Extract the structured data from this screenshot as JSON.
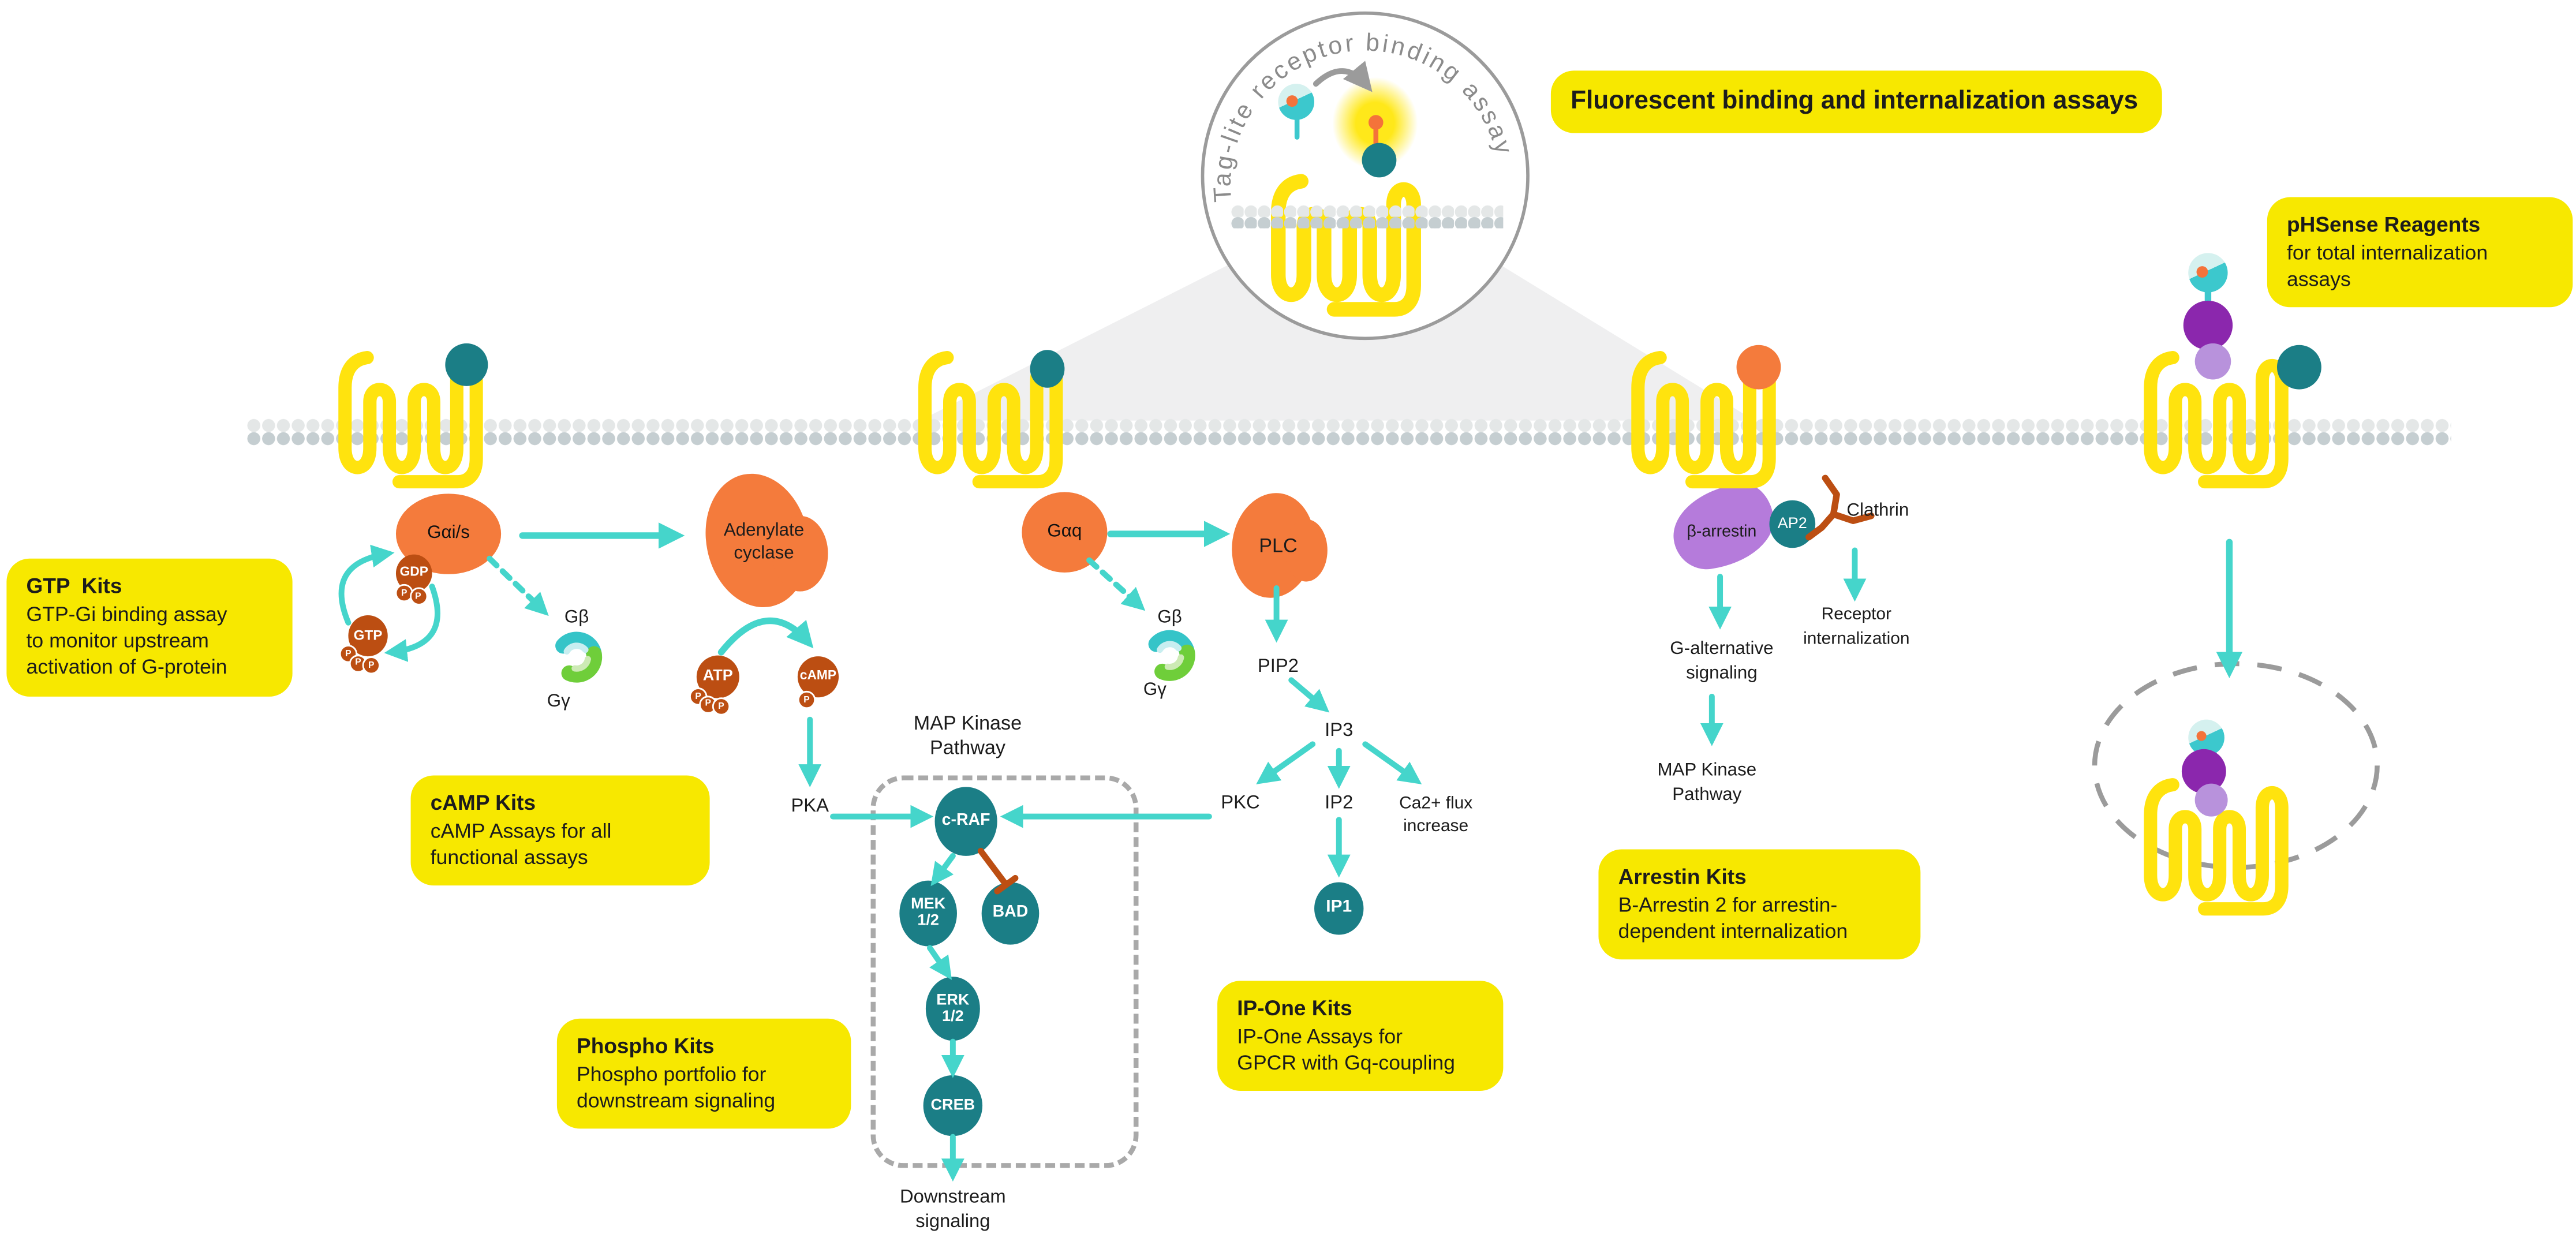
{
  "inset": {
    "label": "Tag-lite receptor binding assay"
  },
  "callouts": {
    "fluor": {
      "title": "Fluorescent binding and internalization assays"
    },
    "phsense": {
      "title": "pHSense Reagents",
      "lines": [
        "for total internalization",
        "assays"
      ]
    },
    "gtp": {
      "title": "GTP  Kits",
      "lines": [
        "GTP-Gi binding assay",
        "to monitor upstream",
        "activation of G-protein"
      ]
    },
    "camp": {
      "title": "cAMP Kits",
      "lines": [
        "cAMP Assays for all",
        "functional assays"
      ]
    },
    "phospho": {
      "title": "Phospho Kits",
      "lines": [
        "Phospho portfolio for",
        "downstream signaling"
      ]
    },
    "ipone": {
      "title": "IP-One Kits",
      "lines": [
        "IP-One Assays for",
        "GPCR with Gq-coupling"
      ]
    },
    "arrestin": {
      "title": "Arrestin Kits",
      "lines": [
        "B-Arrestin 2 for arrestin-",
        "dependent internalization"
      ]
    }
  },
  "nodes": {
    "gai": "Gαi/s",
    "gaq": "Gαq",
    "gdp": "GDP",
    "gtp": "GTP",
    "p": "P",
    "adenylate": [
      "Adenylate",
      "cyclase"
    ],
    "atp": "ATP",
    "camp": "cAMP",
    "pka": "PKA",
    "gb": "Gβ",
    "gg": "Gγ",
    "map_title": [
      "MAP Kinase",
      "Pathway"
    ],
    "craf": "c-RAF",
    "mek": [
      "MEK",
      "1/2"
    ],
    "bad": "BAD",
    "erk": [
      "ERK",
      "1/2"
    ],
    "creb": "CREB",
    "downstream": [
      "Downstream",
      "signaling"
    ],
    "plc": "PLC",
    "pip2": "PIP2",
    "ip3": "IP3",
    "pkc": "PKC",
    "ip2": "IP2",
    "ip1": "IP1",
    "ca": [
      "Ca2+ flux",
      "increase"
    ],
    "barrestin": "β-arrestin",
    "ap2": "AP2",
    "clathrin": "Clathrin",
    "galt": [
      "G-alternative",
      "signaling"
    ],
    "mapk2": [
      "MAP Kinase",
      "Pathway"
    ],
    "recint": [
      "Receptor",
      "internalization"
    ]
  },
  "colors": {
    "callout_yellow": "#F7E800",
    "receptor_yellow": "#FFE30E",
    "arrow_teal": "#45D5CB",
    "dark_teal": "#1B7E86",
    "orange": "#F47B3C",
    "brown": "#BC4E12",
    "arrestin_purple": "#B57BDB",
    "dark_purple": "#8B27AD",
    "light_purple": "#B892DC",
    "gbeta_teal": "#35C4C8",
    "ggamma_green": "#6FCE3A",
    "gray": "#9B9B9B"
  }
}
